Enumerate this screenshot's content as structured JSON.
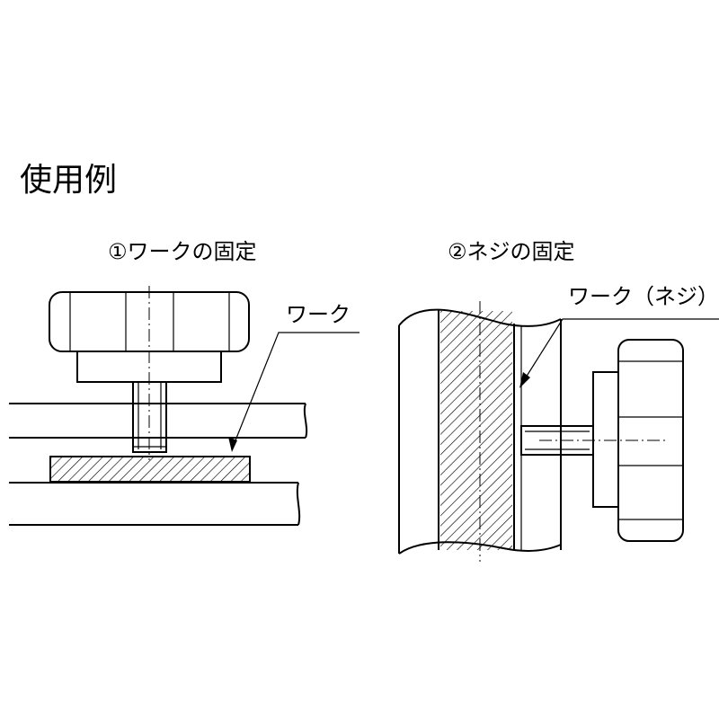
{
  "heading": "使用例",
  "figure1": {
    "title": "①ワークの固定",
    "callout": "ワーク"
  },
  "figure2": {
    "title": "②ネジの固定",
    "callout": "ワーク（ネジ）"
  },
  "colors": {
    "ink": "#000000",
    "background": "#ffffff"
  }
}
